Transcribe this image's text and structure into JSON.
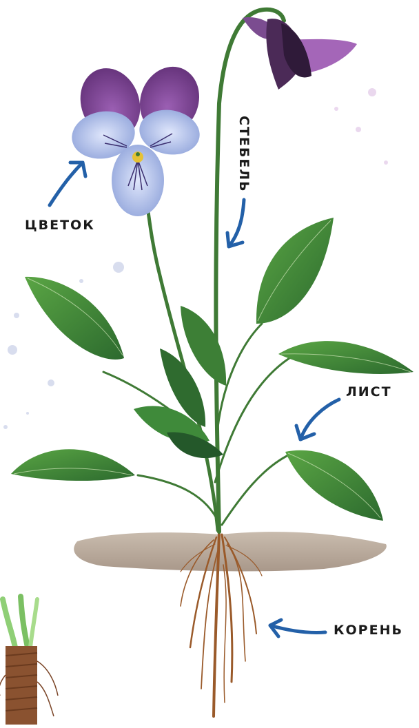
{
  "labels": {
    "flower": "ЦВЕТОК",
    "stem": "СТЕБЕЛЬ",
    "leaf": "ЛИСТ",
    "root": "КОРЕНЬ"
  },
  "colors": {
    "arrow": "#2360a8",
    "leaf_dark": "#2f6b2f",
    "leaf_light": "#4f9a3c",
    "stem": "#3f7a35",
    "petal_top": "#7a3f8f",
    "petal_low": "#a9b9e6",
    "soil": "#b9a99a",
    "root": "#9a5a2a"
  }
}
